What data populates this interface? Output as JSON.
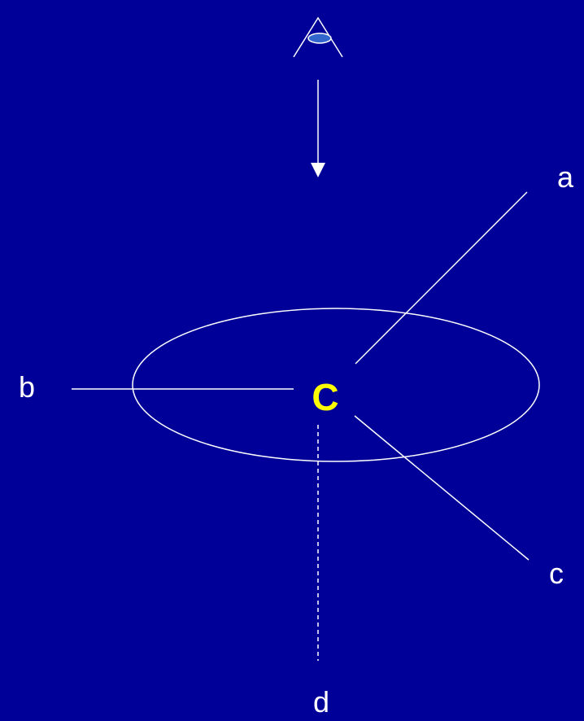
{
  "diagram": {
    "center_label": "C",
    "labels": {
      "a": "a",
      "b": "b",
      "c": "c",
      "d": "d"
    }
  },
  "colors": {
    "background": "#000099",
    "lines": "#ffffff",
    "center_label": "#ffff00",
    "eye_iris": "#3366cc"
  },
  "icons": {
    "viewer": "eye-icon",
    "direction": "arrow-down-icon"
  }
}
